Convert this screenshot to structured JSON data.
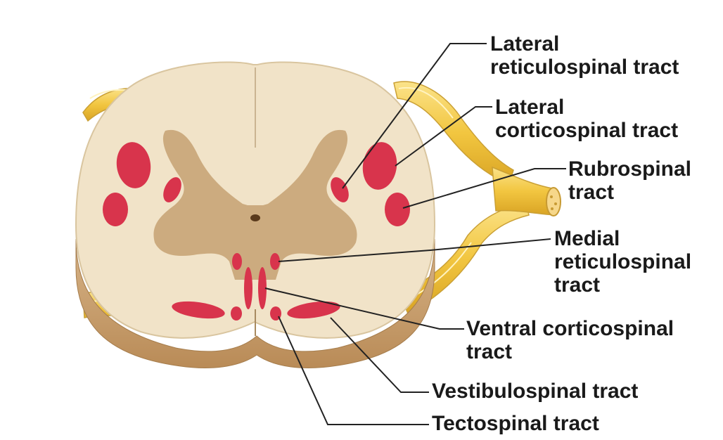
{
  "labels": {
    "lateral_reticulospinal": {
      "line1": "Lateral",
      "line2": "reticulospinal tract"
    },
    "lateral_corticospinal": {
      "line1": "Lateral",
      "line2": "corticospinal tract"
    },
    "rubrospinal": {
      "line1": "Rubrospinal",
      "line2": "tract"
    },
    "medial_reticulospinal": {
      "line1": "Medial",
      "line2": "reticulospinal",
      "line3": "tract"
    },
    "ventral_corticospinal": {
      "line1": "Ventral corticospinal",
      "line2": "tract"
    },
    "vestibulospinal": {
      "line1": "Vestibulospinal tract"
    },
    "tectospinal": {
      "line1": "Tectospinal tract"
    }
  },
  "colors": {
    "tract_red": "#d8344c",
    "white_matter": "#f1e3c8",
    "gray_matter": "#c9a678",
    "cut_edge": "#c59a66",
    "nerve_root": "#f4cc55",
    "leader_line": "#222222"
  }
}
